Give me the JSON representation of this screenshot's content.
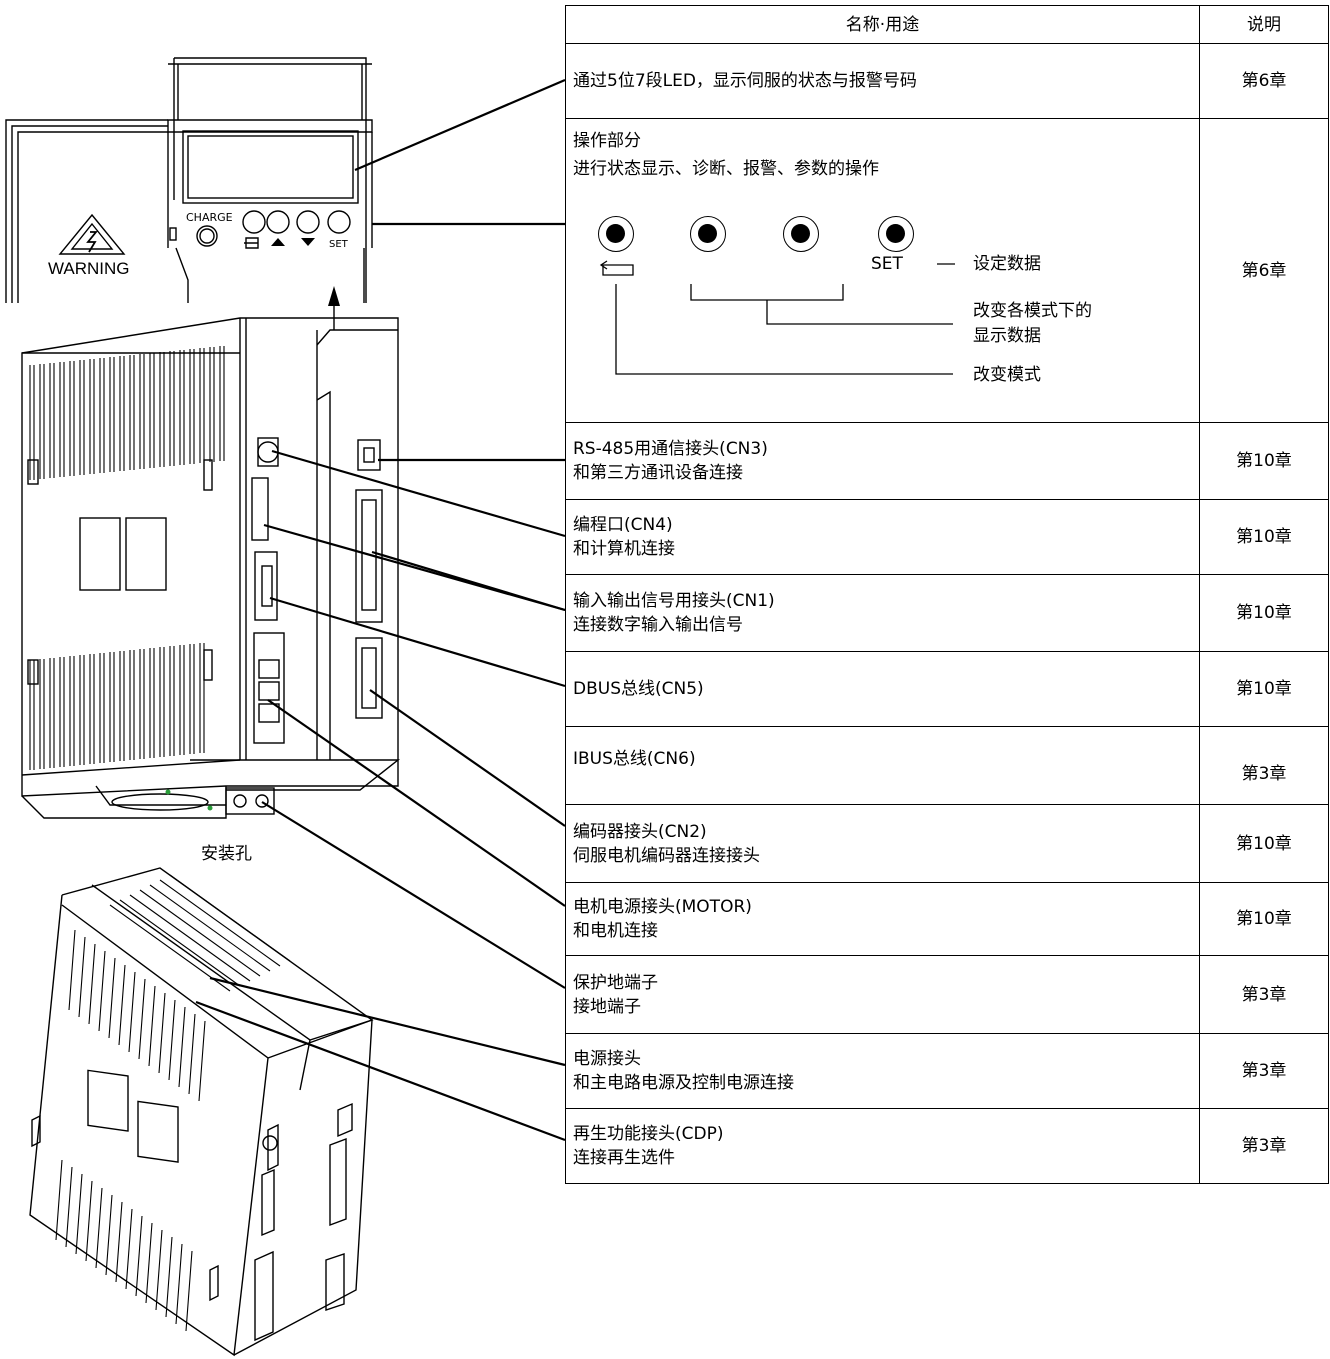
{
  "table": {
    "header_name": "名称·用途",
    "header_desc": "说明",
    "rows": [
      {
        "lines": [
          "通过5位7段LED，显示伺服的状态与报警号码"
        ],
        "chapter": "第6章"
      },
      {
        "lines": [
          "操作部分",
          "进行状态显示、诊断、报警、参数的操作"
        ],
        "chapter": "第6章"
      },
      {
        "lines": [
          "RS-485用通信接头(CN3)",
          "和第三方通讯设备连接"
        ],
        "chapter": "第10章"
      },
      {
        "lines": [
          "编程口(CN4)",
          "和计算机连接"
        ],
        "chapter": "第10章"
      },
      {
        "lines": [
          "输入输出信号用接头(CN1)",
          "连接数字输入输出信号"
        ],
        "chapter": "第10章"
      },
      {
        "lines": [
          "DBUS总线(CN5)"
        ],
        "chapter": "第10章"
      },
      {
        "lines": [
          "IBUS总线(CN6)"
        ],
        "chapter": "第3章"
      },
      {
        "lines": [
          "编码器接头(CN2)",
          "伺服电机编码器连接接头"
        ],
        "chapter": "第10章"
      },
      {
        "lines": [
          "电机电源接头(MOTOR)",
          "和电机连接"
        ],
        "chapter": "第10章"
      },
      {
        "lines": [
          "保护地端子",
          "接地端子"
        ],
        "chapter": "第3章"
      },
      {
        "lines": [
          "电源接头",
          "和主电路电源及控制电源连接"
        ],
        "chapter": "第3章"
      },
      {
        "lines": [
          "再生功能接头(CDP)",
          "连接再生选件"
        ],
        "chapter": "第3章"
      }
    ]
  },
  "keypad": {
    "set_label": "SET",
    "set_desc": "设定数据",
    "updown_desc_1": "改变各模式下的",
    "updown_desc_2": "显示数据",
    "mode_desc": "改变模式"
  },
  "drawing": {
    "charge_label": "CHARGE",
    "warning_label": "WARNING",
    "panel_set_label": "SET",
    "mounting_hole_label": "安装孔"
  }
}
